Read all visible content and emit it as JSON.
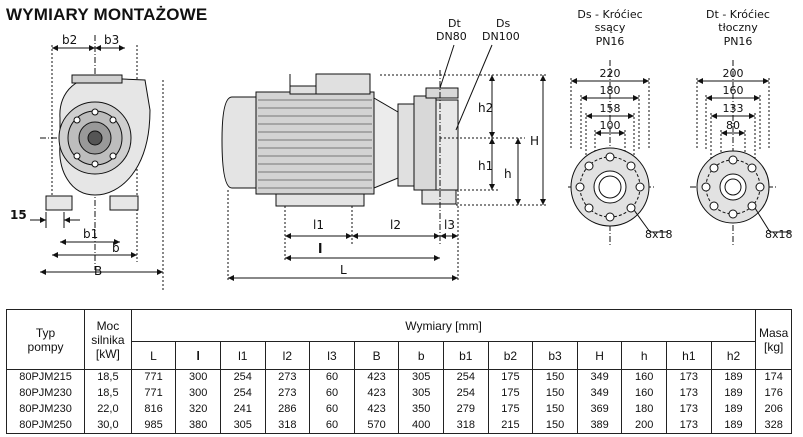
{
  "title": "WYMIARY MONTAŻOWE",
  "drawing": {
    "front": {
      "b2": "b2",
      "b3": "b3",
      "d15": "15",
      "b1": "b1",
      "b": "b",
      "B": "B"
    },
    "side": {
      "Dt": "Dt",
      "DN80": "DN80",
      "Ds": "Ds",
      "DN100": "DN100",
      "h2": "h2",
      "h1": "h1",
      "h": "h",
      "H": "H",
      "l1": "l1",
      "l2": "l2",
      "l3": "l3",
      "l": "l",
      "L": "L"
    },
    "flange_suction": {
      "title1": "Ds - Króćiec",
      "title2": "ssący",
      "title3": "PN16",
      "d1": "220",
      "d2": "180",
      "d3": "158",
      "d4": "100",
      "holes": "8x18"
    },
    "flange_discharge": {
      "title1": "Dt - Króćiec",
      "title2": "tłoczny",
      "title3": "PN16",
      "d1": "200",
      "d2": "160",
      "d3": "133",
      "d4": "80",
      "holes": "8x18"
    }
  },
  "table": {
    "col_type": [
      "Typ",
      "pompy"
    ],
    "col_power": [
      "Moc",
      "silnika",
      "[kW]"
    ],
    "col_dims": "Wymiary [mm]",
    "col_mass": [
      "Masa",
      "[kg]"
    ],
    "dim_headers": [
      "L",
      "l",
      "l1",
      "l2",
      "l3",
      "B",
      "b",
      "b1",
      "b2",
      "b3",
      "H",
      "h",
      "h1",
      "h2"
    ],
    "rows": [
      [
        "80PJM215",
        "18,5",
        "771",
        "300",
        "254",
        "273",
        "60",
        "423",
        "305",
        "254",
        "175",
        "150",
        "349",
        "160",
        "173",
        "189",
        "174"
      ],
      [
        "80PJM230",
        "18,5",
        "771",
        "300",
        "254",
        "273",
        "60",
        "423",
        "305",
        "254",
        "175",
        "150",
        "349",
        "160",
        "173",
        "189",
        "176"
      ],
      [
        "80PJM230",
        "22,0",
        "816",
        "320",
        "241",
        "286",
        "60",
        "423",
        "350",
        "279",
        "175",
        "150",
        "369",
        "180",
        "173",
        "189",
        "206"
      ],
      [
        "80PJM250",
        "30,0",
        "985",
        "380",
        "305",
        "318",
        "60",
        "570",
        "400",
        "318",
        "215",
        "150",
        "389",
        "200",
        "173",
        "189",
        "328"
      ]
    ]
  }
}
